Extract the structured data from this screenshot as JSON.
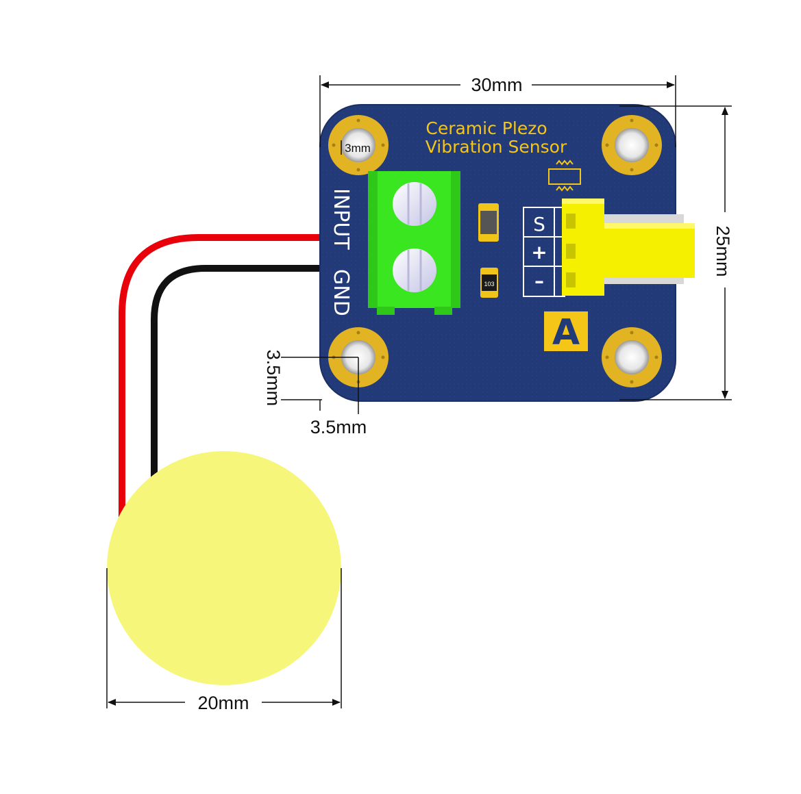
{
  "board": {
    "title_line1": "Ceramic Plezo",
    "title_line2": "Vibration Sensor",
    "input_label": "INPUT",
    "gnd_label": "GND",
    "pin_labels": [
      "S",
      "+",
      "–"
    ],
    "logo_letter": "A",
    "hole_label": "3mm"
  },
  "dimensions": {
    "width": "30mm",
    "height": "25mm",
    "hole_offset_x": "3.5mm",
    "hole_offset_y": "3.5mm",
    "disc_diameter": "20mm"
  },
  "colors": {
    "pcb": "#233a78",
    "terminal": "#39e61f",
    "connector": "#f5f000",
    "disc": "#f6f77a",
    "pad": "#e2b423",
    "wire_red": "#e8000b",
    "wire_black": "#111111"
  }
}
